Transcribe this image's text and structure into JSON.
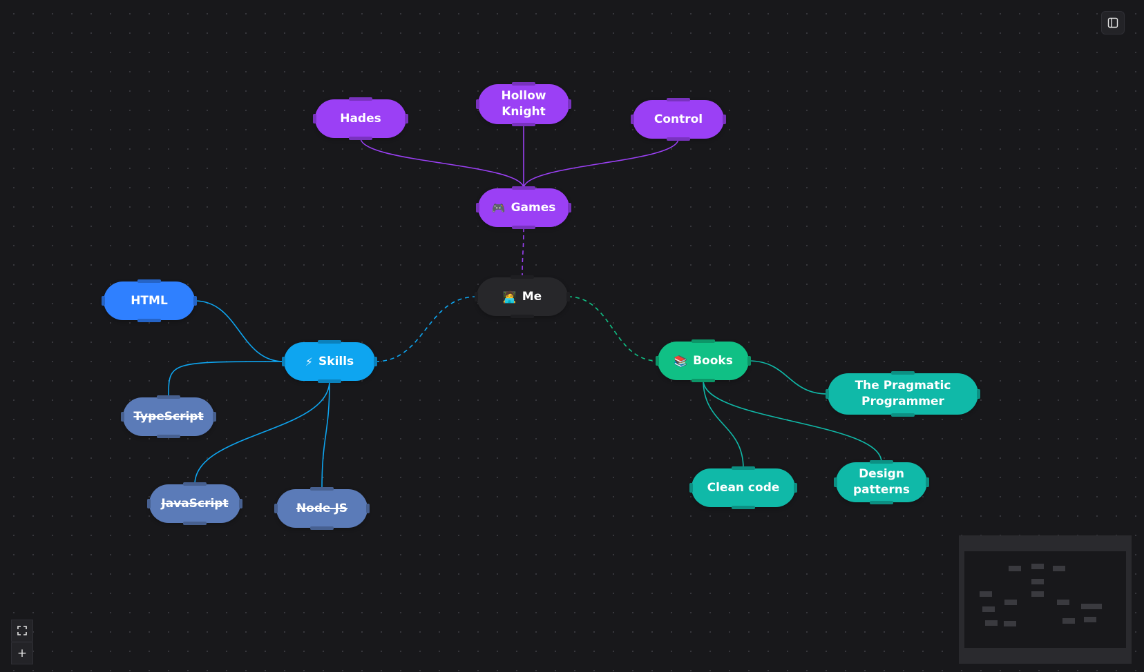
{
  "mindmap": {
    "root": {
      "id": "me",
      "emoji": "🧑‍💻",
      "label": "Me"
    },
    "nodes": [
      {
        "id": "games",
        "emoji": "🎮",
        "label": "Games",
        "color": "#9b40f5"
      },
      {
        "id": "hades",
        "label": "Hades",
        "color": "#9b40f5"
      },
      {
        "id": "hollow-knight",
        "label": "Hollow\nKnight",
        "color": "#9b40f5"
      },
      {
        "id": "control",
        "label": "Control",
        "color": "#9b40f5"
      },
      {
        "id": "skills",
        "emoji": "⚡",
        "label": "Skills",
        "color": "#0ea5f0"
      },
      {
        "id": "html",
        "label": "HTML",
        "color": "#2f80ff"
      },
      {
        "id": "typescript",
        "label": "TypeScript",
        "color": "#5b7bb8",
        "strikethrough": true
      },
      {
        "id": "javascript",
        "label": "JavaScript",
        "color": "#5b7bb8",
        "strikethrough": true
      },
      {
        "id": "nodejs",
        "label": "Node JS",
        "color": "#5b7bb8",
        "strikethrough": true
      },
      {
        "id": "books",
        "emoji": "📚",
        "label": "Books",
        "color": "#10c085"
      },
      {
        "id": "pragmatic",
        "label": "The Pragmatic\nProgrammer",
        "color": "#10b9a8"
      },
      {
        "id": "clean-code",
        "label": "Clean code",
        "color": "#10b9a8"
      },
      {
        "id": "design-patterns",
        "label": "Design\npatterns",
        "color": "#10b9a8"
      }
    ],
    "edges": [
      {
        "from": "me",
        "to": "games",
        "style": "dashed",
        "color": "#9b40f5"
      },
      {
        "from": "me",
        "to": "skills",
        "style": "dashed",
        "color": "#0ea5f0"
      },
      {
        "from": "me",
        "to": "books",
        "style": "dashed",
        "color": "#10c085"
      },
      {
        "from": "games",
        "to": "hades",
        "style": "solid",
        "color": "#9b40f5"
      },
      {
        "from": "games",
        "to": "hollow-knight",
        "style": "solid",
        "color": "#9b40f5"
      },
      {
        "from": "games",
        "to": "control",
        "style": "solid",
        "color": "#9b40f5"
      },
      {
        "from": "skills",
        "to": "html",
        "style": "solid",
        "color": "#0ea5f0"
      },
      {
        "from": "skills",
        "to": "typescript",
        "style": "solid",
        "color": "#0ea5f0"
      },
      {
        "from": "skills",
        "to": "javascript",
        "style": "solid",
        "color": "#0ea5f0"
      },
      {
        "from": "skills",
        "to": "nodejs",
        "style": "solid",
        "color": "#0ea5f0"
      },
      {
        "from": "books",
        "to": "pragmatic",
        "style": "solid",
        "color": "#10b9a8"
      },
      {
        "from": "books",
        "to": "clean-code",
        "style": "solid",
        "color": "#10b9a8"
      },
      {
        "from": "books",
        "to": "design-patterns",
        "style": "solid",
        "color": "#10b9a8"
      }
    ]
  },
  "toolbar": {
    "fit_view_icon": "fullscreen-icon",
    "zoom_in_icon": "plus-icon",
    "zoom_in_label": "+"
  },
  "sidebar_toggle_icon": "sidebar-panel-icon",
  "colors": {
    "background": "#18181b",
    "root": "#27272a"
  }
}
